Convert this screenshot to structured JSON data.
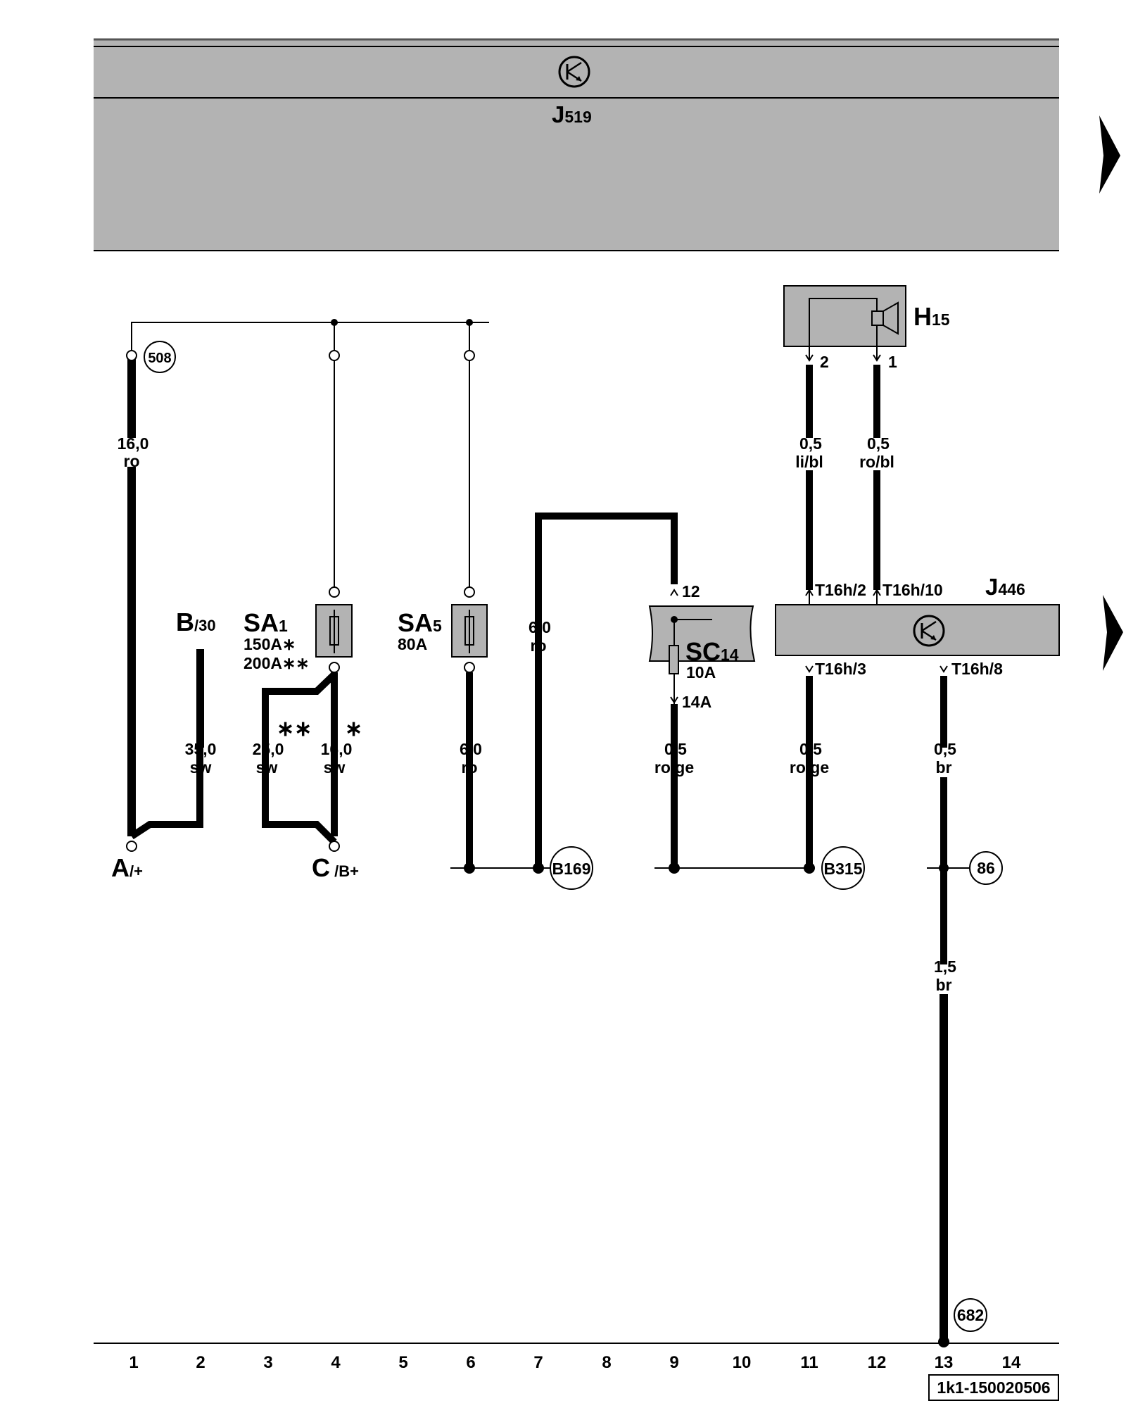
{
  "components": {
    "J519": {
      "letter": "J",
      "number": "519"
    },
    "H15": {
      "letter": "H",
      "number": "15"
    },
    "J446": {
      "letter": "J",
      "number": "446"
    },
    "A": {
      "letter": "A",
      "sub": "/+"
    },
    "B": {
      "letter": "B",
      "sub": "/30"
    },
    "C": {
      "letter": "C",
      "sub": " /B+"
    },
    "SA1": {
      "letter": "SA",
      "number": "1",
      "rating1": "150A∗",
      "rating2": "200A∗∗"
    },
    "SA5": {
      "letter": "SA",
      "number": "5",
      "rating": "80A"
    },
    "SC14": {
      "letter": "SC",
      "number": "14",
      "rating": "10A"
    }
  },
  "wires": {
    "w1": {
      "size": "16,0",
      "color": "ro"
    },
    "w2": {
      "size": "35,0",
      "color": "sw"
    },
    "w3": {
      "size": "25,0",
      "color": "sw"
    },
    "w4": {
      "size": "16,0",
      "color": "sw"
    },
    "w6": {
      "size": "6,0",
      "color": "ro"
    },
    "w7": {
      "size": "6,0",
      "color": "ro"
    },
    "w9": {
      "size": "0,5",
      "color": "ro/ge"
    },
    "w11top": {
      "size": "0,5",
      "color": "li/bl"
    },
    "w12top": {
      "size": "0,5",
      "color": "ro/bl"
    },
    "w11bot": {
      "size": "0,5",
      "color": "ro/ge"
    },
    "w13bot": {
      "size": "0,5",
      "color": "br"
    },
    "w13low": {
      "size": "1,5",
      "color": "br"
    }
  },
  "marks": {
    "single": "∗",
    "double": "∗∗"
  },
  "pins": {
    "h15_2": "2",
    "h15_1": "1",
    "sc_12": "12",
    "sc_14a": "14A",
    "t16h_2": "T16h/2",
    "t16h_10": "T16h/10",
    "t16h_3": "T16h/3",
    "t16h_8": "T16h/8"
  },
  "connections": {
    "c508": "508",
    "b169": "B169",
    "b315": "B315",
    "c86": "86",
    "c682": "682"
  },
  "grid_numbers": [
    "1",
    "2",
    "3",
    "4",
    "5",
    "6",
    "7",
    "8",
    "9",
    "10",
    "11",
    "12",
    "13",
    "14"
  ],
  "diagram_id": "1k1-150020506",
  "colors": {
    "module_fill": "#b3b3b3",
    "line": "#000000"
  }
}
